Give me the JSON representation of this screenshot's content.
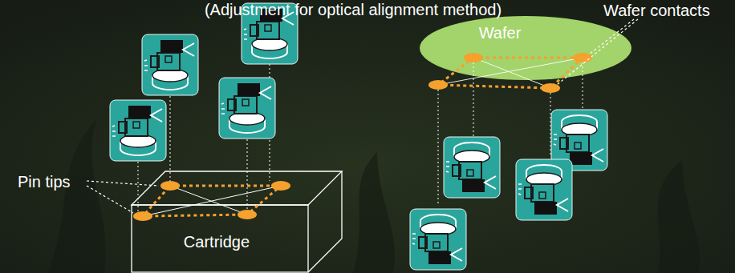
{
  "diagram": {
    "title": "(Adjustment for optical alignment method)",
    "nodes": [
      {
        "text": [
          "Wafer"
        ]
      },
      {
        "text": [
          "Cartridge"
        ]
      }
    ],
    "labels": [
      "Wafer contacts",
      "Pin tips"
    ]
  }
}
